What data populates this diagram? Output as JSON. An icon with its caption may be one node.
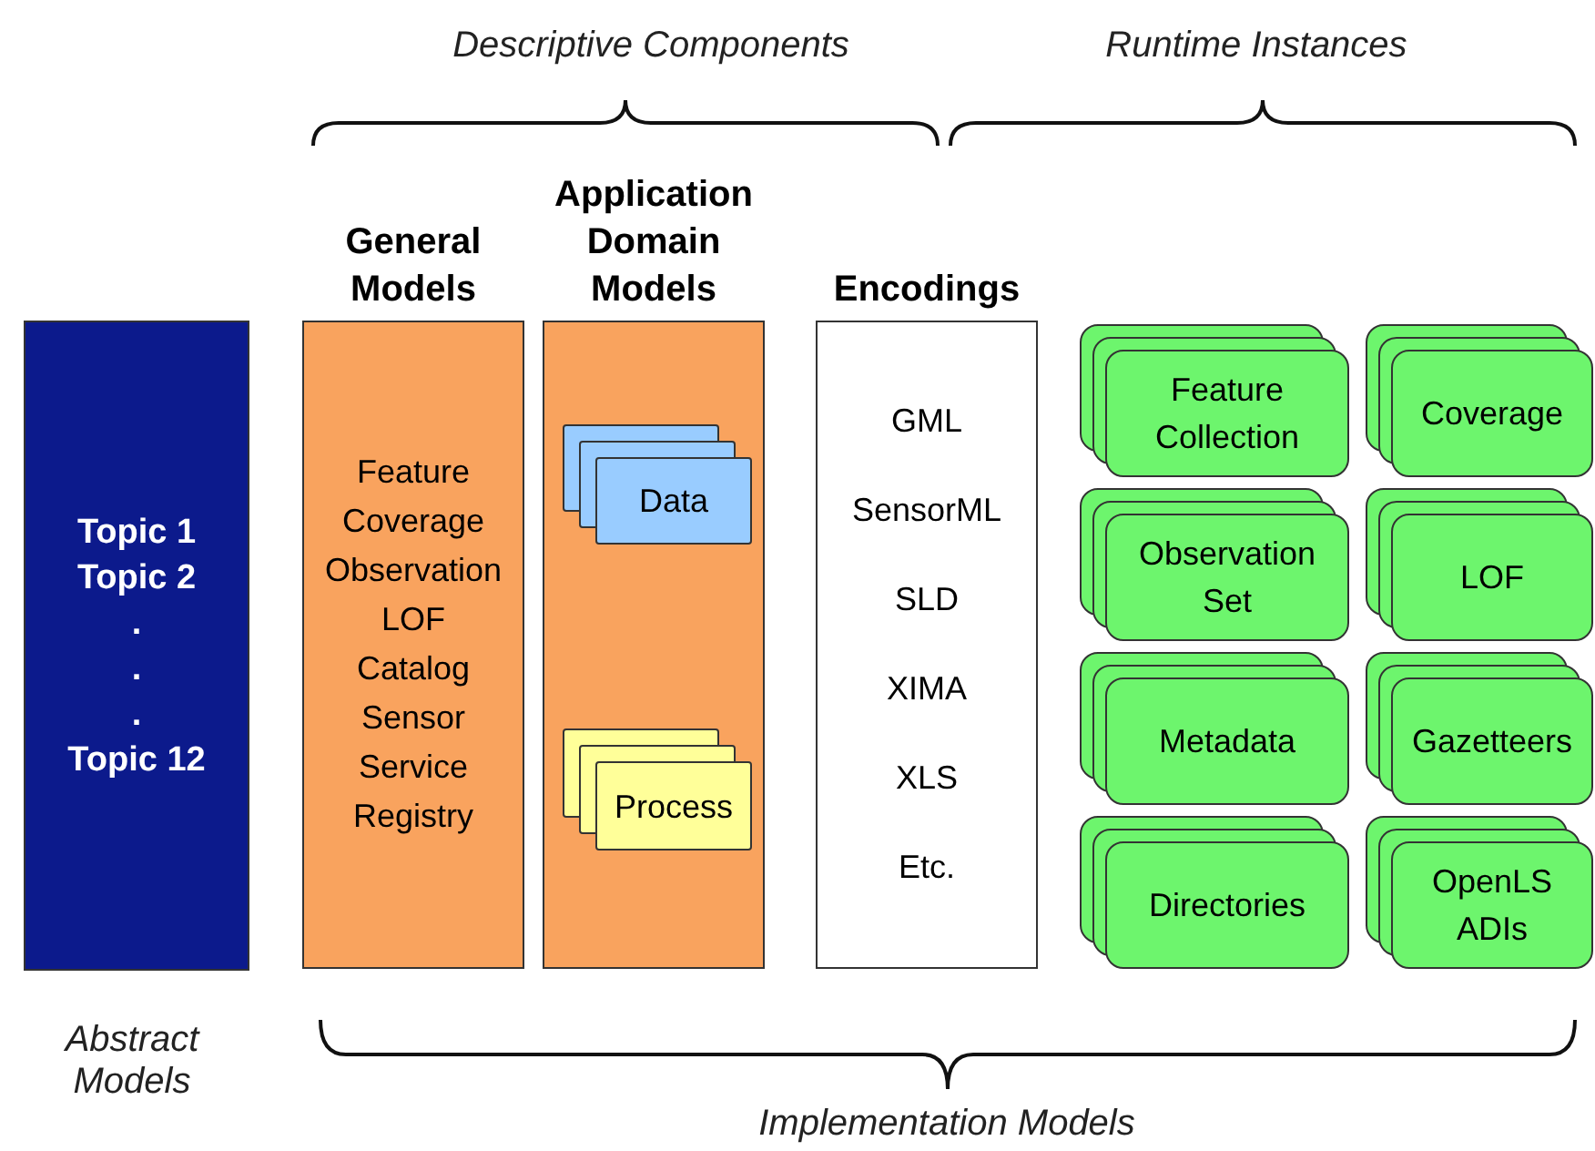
{
  "diagram": {
    "nodes": [
      {
        "text": [
          "Topic 1",
          "Topic 2",
          ".",
          ".",
          ".",
          "Topic 12"
        ]
      },
      {
        "text": [
          "General Models",
          "Feature",
          "Coverage",
          "Observation",
          "LOF",
          "Catalog",
          "Sensor",
          "Service",
          "Registry"
        ]
      },
      {
        "text": [
          "Application Domain Models"
        ]
      },
      {
        "text": [
          "Data"
        ],
        "in": 2
      },
      {
        "text": [
          "Process"
        ],
        "in": 2
      },
      {
        "text": [
          "Encodings",
          "GML",
          "SensorML",
          "SLD",
          "XIMA",
          "XLS",
          "Etc."
        ]
      },
      {
        "text": [
          "Feature Collection"
        ]
      },
      {
        "text": [
          "Coverage"
        ]
      },
      {
        "text": [
          "Observation Set"
        ]
      },
      {
        "text": [
          "LOF"
        ]
      },
      {
        "text": [
          "Metadata"
        ]
      },
      {
        "text": [
          "Gazetteers"
        ]
      },
      {
        "text": [
          "Directories"
        ]
      },
      {
        "text": [
          "OpenLS ADIs"
        ]
      }
    ],
    "labels": [
      "Descriptive Components",
      "Runtime Instances",
      "Abstract Models",
      "Implementation Models"
    ]
  }
}
